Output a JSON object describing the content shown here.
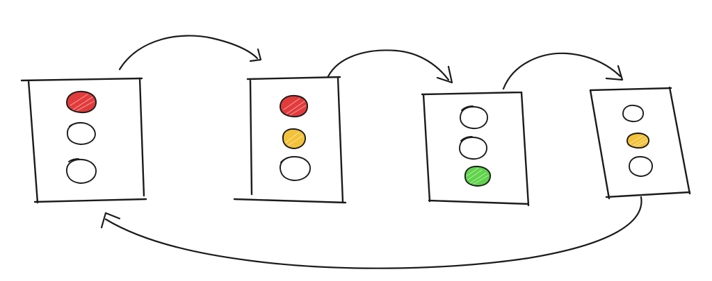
{
  "diagram": {
    "palette": {
      "ink": "#1b1b1b",
      "red": "#e23b3b",
      "yellow": "#f3c23a",
      "green": "#5fd34a",
      "off": "#ffffff"
    },
    "states": [
      {
        "lamps": [
          "red",
          "off",
          "off"
        ]
      },
      {
        "lamps": [
          "red",
          "yellow",
          "off"
        ]
      },
      {
        "lamps": [
          "off",
          "off",
          "green"
        ]
      },
      {
        "lamps": [
          "off",
          "yellow",
          "off"
        ]
      }
    ],
    "transitions": [
      {
        "from": 0,
        "to": 1
      },
      {
        "from": 1,
        "to": 2
      },
      {
        "from": 2,
        "to": 3
      },
      {
        "from": 3,
        "to": 0
      }
    ]
  }
}
